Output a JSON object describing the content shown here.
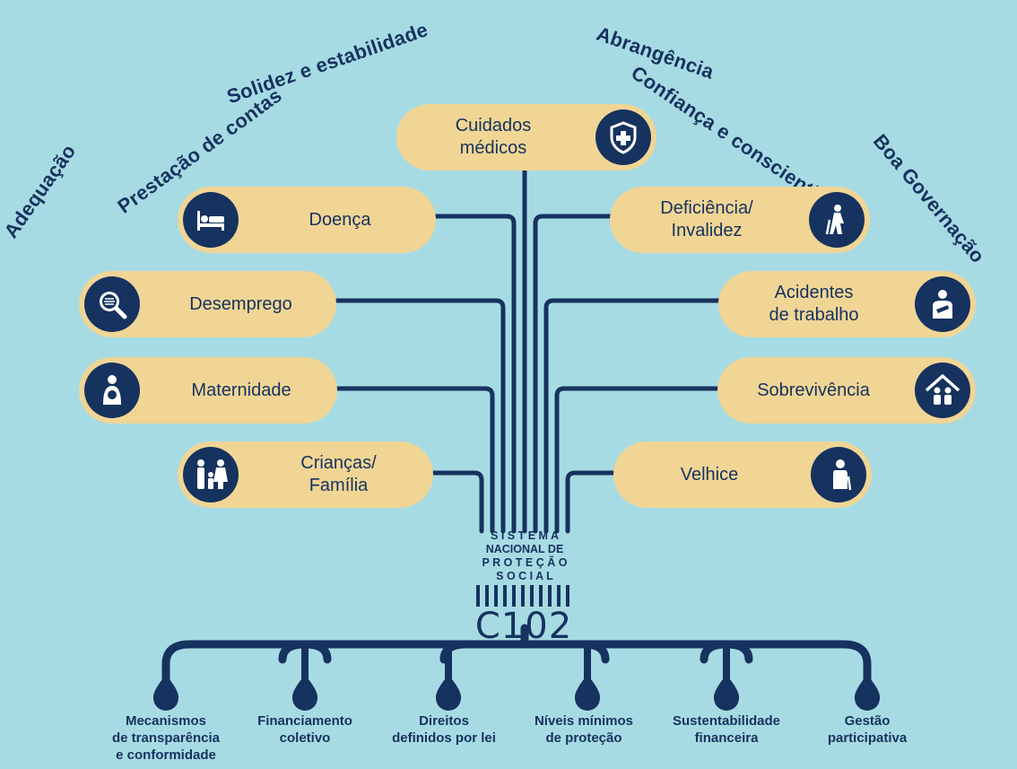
{
  "arc_labels": {
    "adequacao": "Adequação",
    "prestacao": "Prestação de contas",
    "solidez": "Solidez e estabilidade",
    "abrangencia": "Abrangência",
    "confianca": "Confiança e conscientização",
    "governacao": "Boa Governação"
  },
  "branches": {
    "cuidados": "Cuidados\nmédicos",
    "doenca": "Doença",
    "desemprego": "Desemprego",
    "maternidade": "Maternidade",
    "criancas": "Crianças/\nFamília",
    "deficiencia": "Deficiência/\nInvalidez",
    "acidentes": "Acidentes\nde trabalho",
    "sobrevivencia": "Sobrevivência",
    "velhice": "Velhice"
  },
  "system": {
    "line1": "S I S T E M A",
    "line2": "NACIONAL DE",
    "line3": "P R O T E Ç Ã O",
    "line4": "S O C I A L",
    "code": "C102"
  },
  "principles": {
    "transparencia": "Mecanismos\nde transparência\ne conformidade",
    "financiamento": "Financiamento\ncoletivo",
    "direitos": "Direitos\ndefinidos por lei",
    "niveis": "Níveis mínimos\nde proteção",
    "sustentabilidade": "Sustentabilidade\nfinanceira",
    "gestao": "Gestão\nparticipativa"
  },
  "icons": {
    "cuidados": "medical-shield-icon",
    "doenca": "bed-icon",
    "desemprego": "magnifier-icon",
    "maternidade": "mother-child-icon",
    "criancas": "family-icon",
    "deficiencia": "elderly-cane-icon",
    "acidentes": "injured-worker-icon",
    "sobrevivencia": "house-family-icon",
    "velhice": "elderly-woman-icon"
  },
  "colors": {
    "background": "#a7dbe3",
    "navy": "#16325f",
    "pill": "#f0d595"
  }
}
